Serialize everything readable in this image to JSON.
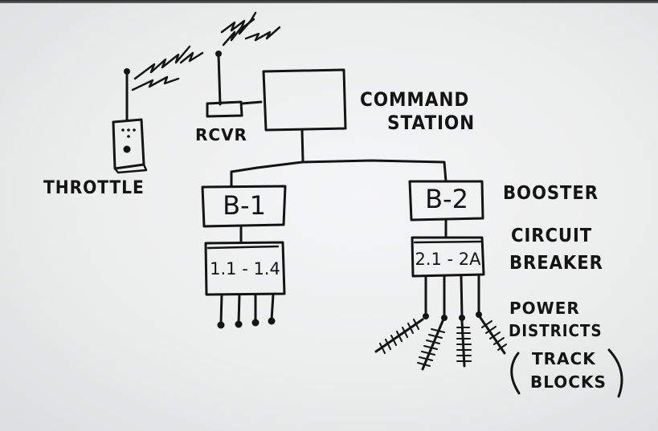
{
  "diagram": {
    "labels": {
      "command_station_line1": "COMMAND",
      "command_station_line2": "STATION",
      "receiver": "RCVR",
      "throttle": "THROTTLE",
      "booster": "BOOSTER",
      "circuit_breaker_line1": "CIRCUIT",
      "circuit_breaker_line2": "BREAKER",
      "power_districts_line1": "POWER",
      "power_districts_line2": "DISTRICTS",
      "track_blocks_line1": "TRACK",
      "track_blocks_line2": "BLOCKS"
    },
    "boxes": {
      "booster_1": "B-1",
      "booster_2": "B-2",
      "breaker_1": "1.1 - 1.4",
      "breaker_2": "2.1 - 2A"
    }
  },
  "colors": {
    "ink": "#141414",
    "whiteboard": "#eceded"
  }
}
